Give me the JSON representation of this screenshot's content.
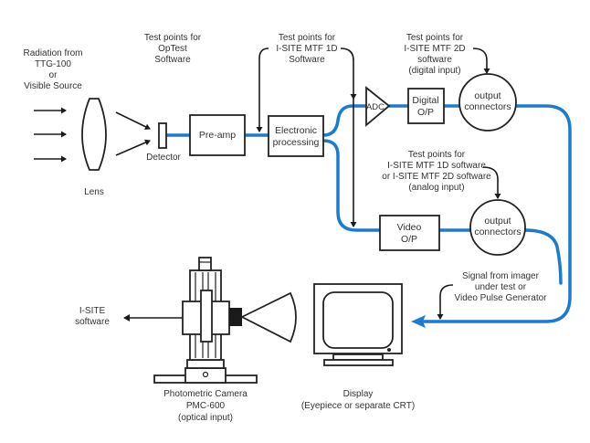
{
  "diagram": {
    "colors": {
      "signal_path": "#1a7bd1",
      "outline": "#222222",
      "text": "#333333"
    },
    "source_label": [
      "Radiation from",
      "TTG-100",
      "or",
      "Visible Source"
    ],
    "lens_label": "Lens",
    "detector_label": "Detector",
    "blocks": {
      "preamp": "Pre-amp",
      "electronic_processing": [
        "Electronic",
        "processing"
      ],
      "adc": "ADC",
      "digital_op": [
        "Digital",
        "O/P"
      ],
      "video_op": [
        "Video",
        "O/P"
      ],
      "output_connectors_digital": [
        "output",
        "connectors"
      ],
      "output_connectors_analog": [
        "output",
        "connectors"
      ]
    },
    "annotations": {
      "optest": [
        "Test points for",
        "OpTest",
        "Software"
      ],
      "mtf1d": [
        "Test points for",
        "I-SITE MTF 1D",
        "Software"
      ],
      "mtf2d_digital": [
        "Test points for",
        "I-SITE MTF 2D",
        "software",
        "(digital input)"
      ],
      "analog": [
        "Test points for",
        "I-SITE MTF 1D software",
        "or I-SITE MTF 2D software",
        "(analog input)"
      ],
      "signal_source": [
        "Signal from imager",
        "under test or",
        "Video Pulse Generator"
      ]
    },
    "isite_software_label": [
      "I-SITE",
      "software"
    ],
    "camera_label": [
      "Photometric Camera",
      "PMC-600",
      "(optical input)"
    ],
    "display_label": [
      "Display",
      "(Eyepiece or separate CRT)"
    ]
  }
}
